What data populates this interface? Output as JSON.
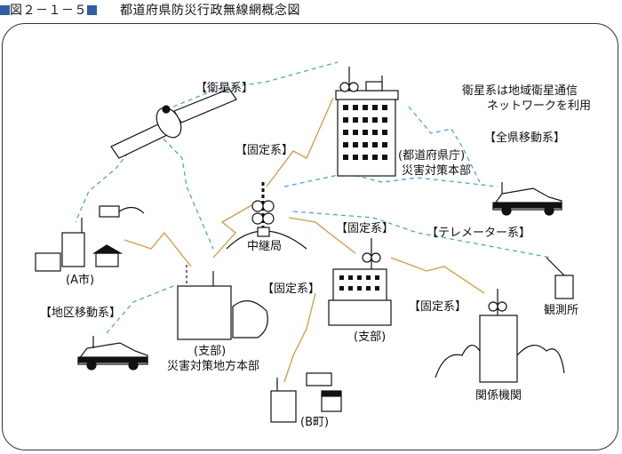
{
  "figure": {
    "number": "図２－１－５",
    "title": "都道府県防災行政無線網概念図"
  },
  "links": {
    "satellite": "【衛星系】",
    "fixed_top": "【固定系】",
    "fixed_mid": "【固定系】",
    "fixed_left": "【固定系】",
    "fixed_right": "【固定系】",
    "mobile_all": "【全県移動系】",
    "mobile_area": "【地区移動系】",
    "telemeter": "【テレメーター系】"
  },
  "note": {
    "line1": "衛星系は地域衛星通信",
    "line2": "ネットワークを利用"
  },
  "nodes": {
    "hq_line1": "(都道府県庁)",
    "hq_line2": "災害対策本部",
    "relay": "中継局",
    "city_a": "(A市)",
    "branch_center": "(支部)",
    "branch_left_line1": "(支部)",
    "branch_left_line2": "災害対策地方本部",
    "town_b": "(B町)",
    "related": "関係機関",
    "observatory": "観測所"
  },
  "colors": {
    "figure_marker": "#2f5fa8",
    "fixed_link": "#d59a3a",
    "radio_link": "#3aa3d9"
  }
}
